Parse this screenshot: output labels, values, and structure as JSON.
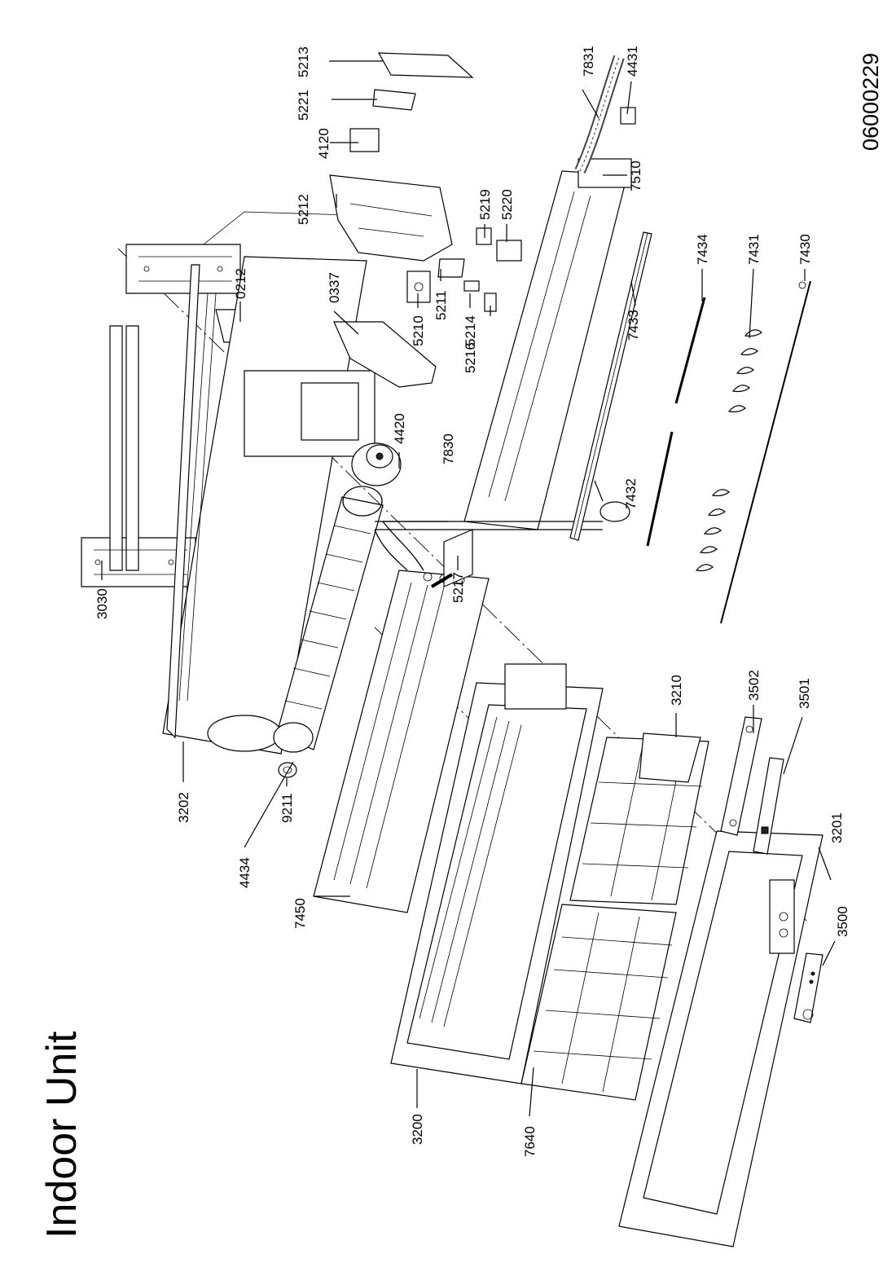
{
  "title": "Indoor Unit",
  "document_code": "06000229",
  "parts": {
    "p0212": "0212",
    "p0337": "0337",
    "p3030": "3030",
    "p3200": "3200",
    "p3201": "3201",
    "p3202": "3202",
    "p3210": "3210",
    "p3500": "3500",
    "p3501": "3501",
    "p3502": "3502",
    "p4120": "4120",
    "p4420": "4420",
    "p4431": "4431",
    "p4434": "4434",
    "p5210": "5210",
    "p5211": "5211",
    "p5212": "5212",
    "p5213": "5213",
    "p5214": "5214",
    "p5216": "5216",
    "p5217": "5217",
    "p5219": "5219",
    "p5220": "5220",
    "p5221": "5221",
    "p7430": "7430",
    "p7431": "7431",
    "p7432": "7432",
    "p7433": "7433",
    "p7434": "7434",
    "p7450": "7450",
    "p7510": "7510",
    "p7640": "7640",
    "p7830": "7830",
    "p7831": "7831",
    "p9211": "9211"
  }
}
